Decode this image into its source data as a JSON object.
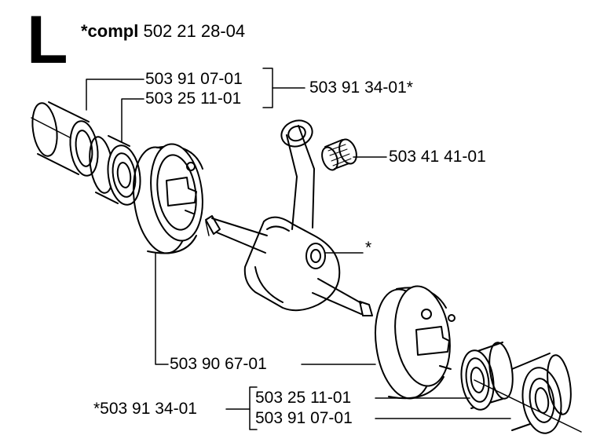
{
  "header": {
    "section_letter": "L",
    "compl_prefix": "*compl",
    "compl_number": "502 21 28-04"
  },
  "parts": {
    "bearing_seal_left": "503 91 07-01",
    "ball_bearing_left": "503 25 11-01",
    "kit_left": "503 91 34-01*",
    "needle_bearing": "503 41 41-01",
    "crankshaft_mark": "*",
    "crankcase_half": "503 90 67-01",
    "kit_right": "*503 91 34-01",
    "ball_bearing_right": "503 25 11-01",
    "bearing_seal_right": "503 91 07-01"
  }
}
